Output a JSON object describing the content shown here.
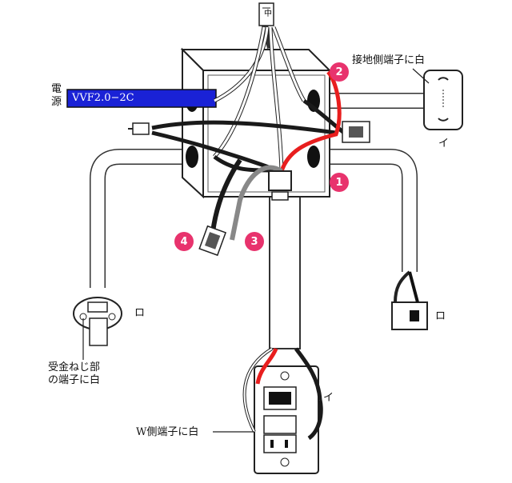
{
  "power_source": {
    "label_top": "電",
    "label_bottom": "源"
  },
  "cable": {
    "label": "VVF2.0−2C"
  },
  "ground_terminal_note": "接地側端子に白",
  "lamp_socket_note_line1": "受金ねじ部",
  "lamp_socket_note_line2": "の端子に白",
  "switch_w_note": "W側端子に白",
  "box_top_mark": "中",
  "markers": [
    "1",
    "2",
    "3",
    "4"
  ],
  "device_labels": {
    "receptacle_i": "イ",
    "pilot_lamp_ro": "ロ",
    "socket_ro": "ロ",
    "switch_i": "イ"
  },
  "colors": {
    "marker": "#e8336d",
    "cable_blue": "#1a22d6",
    "wire_red": "#e81e1e",
    "wire_black": "#1a1a1a"
  }
}
